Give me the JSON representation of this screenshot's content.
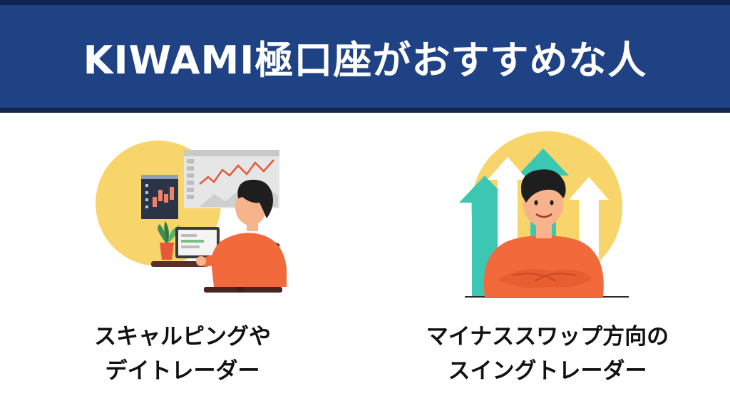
{
  "header": {
    "title": "KIWAMI極口座がおすすめな人"
  },
  "cards": [
    {
      "line1": "スキャルピングや",
      "line2": "デイトレーダー",
      "illustration": "trader-at-laptop-illustration"
    },
    {
      "line1": "マイナススワップ方向の",
      "line2": "スイングトレーダー",
      "illustration": "confident-man-rising-arrows-illustration"
    }
  ],
  "colors": {
    "header_bg": "#1f4285",
    "header_border": "#12254e",
    "yellow_circle": "#f8d56a",
    "orange_shirt": "#f26a3b",
    "teal_arrow": "#3cc7b3",
    "hair": "#1e1e1e",
    "skin": "#f7b38c",
    "chair": "#5a2e26"
  }
}
